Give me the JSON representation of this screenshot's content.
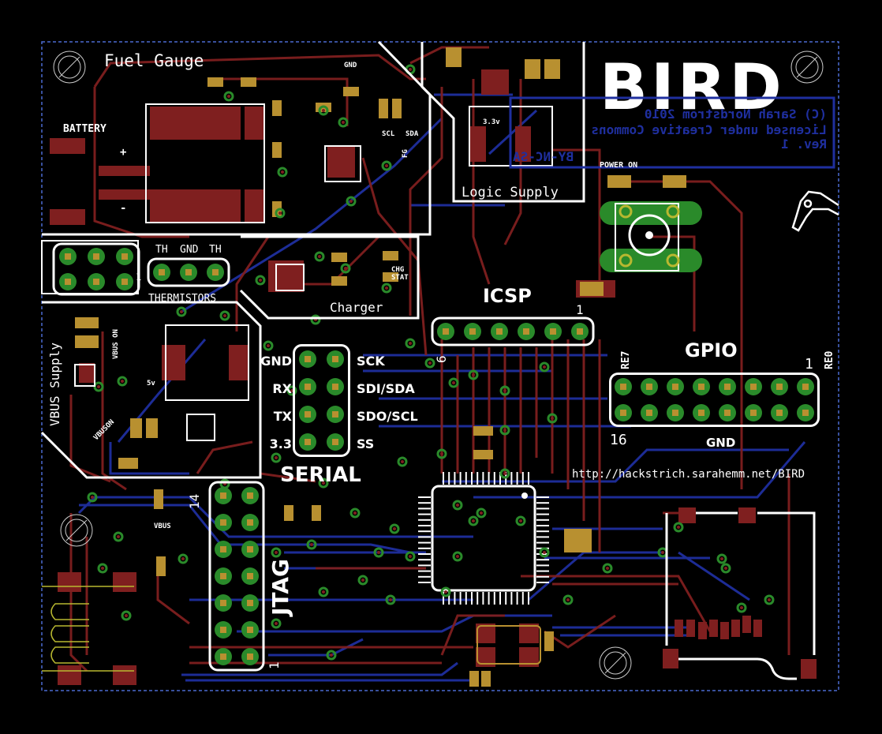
{
  "board": {
    "title": "BIRD",
    "copyright_lines": [
      "(C) Sarah Nordstrom 2010",
      "Licensed under Creative Commons",
      "BY-NC-SA",
      "Rev. 1"
    ],
    "url": "http://hackstrich.sarahemm.net/BIRD",
    "colors": {
      "background": "#000000",
      "top_copper": "#7f1f1f",
      "bottom_copper": "#1f2f9f",
      "silkscreen": "#ffffff",
      "pad": "#b89030",
      "via": "#2a8a2a",
      "outline": "#4a6ad0"
    }
  },
  "sections": {
    "fuel_gauge": {
      "label": "Fuel Gauge",
      "battery": "BATTERY",
      "plus": "+",
      "minus": "-",
      "gnd": "GND",
      "scl": "SCL",
      "sda": "SDA",
      "fg": "FG"
    },
    "logic_supply": {
      "label": "Logic Supply",
      "v33": "3.3v"
    },
    "thermistors": {
      "label": "THERMISTORS",
      "pins": [
        "TH",
        "GND",
        "TH"
      ],
      "pin1": "1"
    },
    "charger": {
      "label": "Charger",
      "chg": "CHG",
      "stat": "STAT"
    },
    "vbus_supply": {
      "label": "VBUS Supply",
      "vbus_on": "VBUS ON",
      "vbuson": "VBUSON",
      "v5": "5v"
    },
    "serial": {
      "label": "SERIAL",
      "left_pins": [
        "GND",
        "RX",
        "TX",
        "3.3"
      ],
      "right_pins": [
        "SCK",
        "SDI/SDA",
        "SDO/SCL",
        "SS"
      ]
    },
    "icsp": {
      "label": "ICSP",
      "pin_first": "1",
      "pin_last": "6"
    },
    "gpio": {
      "label": "GPIO",
      "re7": "RE7",
      "re0": "RE0",
      "pin1": "1",
      "pin16": "16",
      "gnd": "GND"
    },
    "jtag": {
      "label": "JTAG",
      "pin1": "1",
      "pin14": "14",
      "vbus": "VBUS"
    },
    "power_on": {
      "label": "POWER ON"
    }
  }
}
